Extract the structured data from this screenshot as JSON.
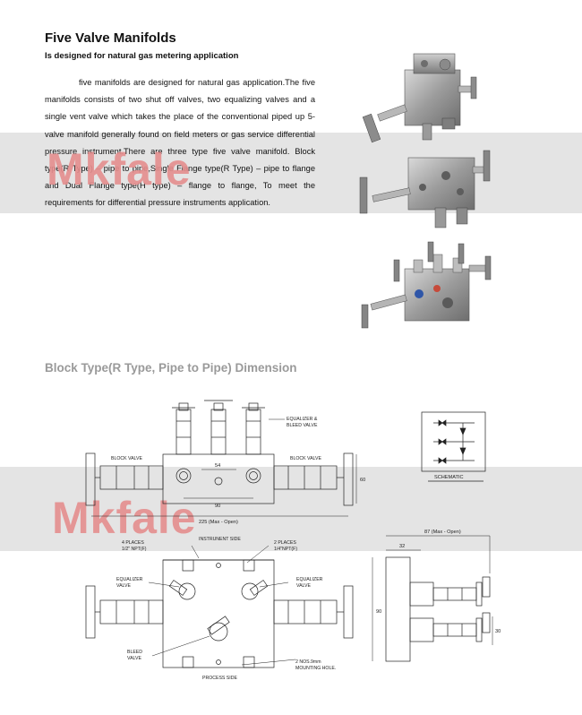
{
  "title": "Five Valve Manifolds",
  "subtitle": "Is designed for natural gas metering application",
  "body_text": "five manifolds are designed for natural gas application.The five manifolds consists of two shut off valves, two equalizing valves and a single vent valve which takes the place of the conventional piped up 5-valve manifold generally found on field meters or gas service differential pressure instrument.There are three type five valve manifold. Block type(R Type) – pipe to pipe,Single Flange type(R Type) – pipe to flange and Dual Flange type(H type) – flange to flange, To meet the requirements for differential pressure instruments application.",
  "watermark": "Mkfale",
  "section_title": "Block Type(R Type, Pipe to Pipe) Dimension",
  "front_view": {
    "label_equalizer_bleed": [
      "EQUALIZER &",
      "BLEED VALVE"
    ],
    "label_block_left": "BLOCK VALVE",
    "label_block_right": "BLOCK VALVE",
    "dim_54": "54",
    "dim_90": "90",
    "dim_60": "60",
    "dim_225": "225  (Max - Open)"
  },
  "schematic_label": "SCHEMATIC",
  "top_view": {
    "instrument_side": "INSTRUNENT SIDE",
    "four_places": [
      "4 PLACES",
      "1/2\" NPT(F)"
    ],
    "two_places": [
      "2 PLACES",
      "1/4\"NPT(F)"
    ],
    "equalizer_left": [
      "EQUALIZER",
      "VALVE"
    ],
    "equalizer_right": [
      "EQUALIZER",
      "VALVE"
    ],
    "bleed_valve": [
      "BLEED",
      "VALVE"
    ],
    "mounting_hole": [
      "2 NOS.9mm",
      "MOUNTING HOLE."
    ],
    "process_side": "PROCESS SIDE"
  },
  "side_view": {
    "dim_87": "87 (Max - Open)",
    "dim_32": "32",
    "dim_90": "90",
    "dim_30": "30"
  }
}
